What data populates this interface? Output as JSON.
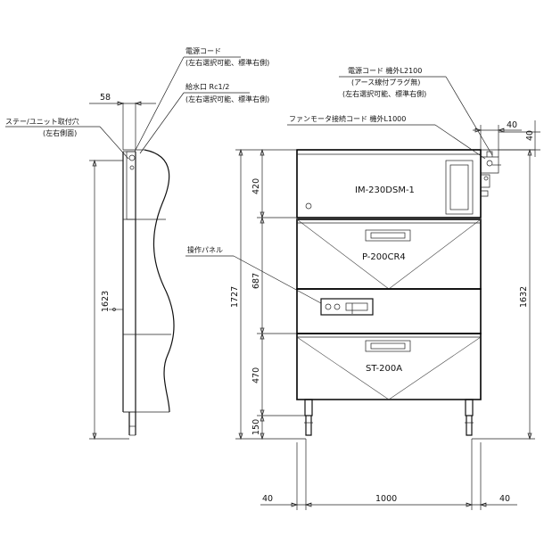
{
  "callouts": {
    "power_cord_left": "電源コード",
    "power_cord_left_note": "(左右選択可能、標準右側)",
    "water_inlet": "給水口 Rc1/2",
    "water_inlet_note": "(左右選択可能、標準右側)",
    "stay_hole": "ステー/ユニット取付穴",
    "stay_hole_note": "(左右側面)",
    "power_cord_right": "電源コード 機外L2100",
    "power_cord_right_note1": "(アース線付プラグ無)",
    "power_cord_right_note2": "(左右選択可能、標準右側)",
    "fan_motor_cord": "ファンモータ接続コード 機外L1000",
    "control_panel": "操作パネル"
  },
  "models": {
    "top": "IM-230DSM-1",
    "middle": "P-200CR4",
    "bottom": "ST-200A"
  },
  "dimensions": {
    "side_top": "58",
    "side_height": "1623",
    "total_height": "1727",
    "h_top": "420",
    "h_mid": "687",
    "h_bot": "470",
    "h_leg": "150",
    "right_height": "1632",
    "right_top_w": "40",
    "right_top_h": "40",
    "bottom_left": "40",
    "bottom_width": "1000",
    "bottom_right": "40"
  }
}
